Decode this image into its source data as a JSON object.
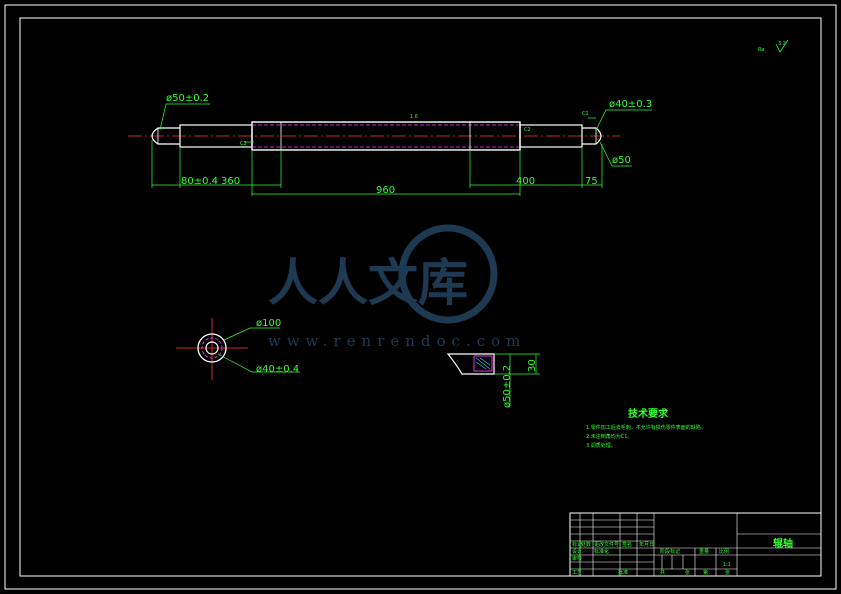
{
  "drawing": {
    "dimensions": {
      "dia_left_end": "ø50±0.2",
      "dia_right_top": "ø40±0.3",
      "dia_right_end": "ø50",
      "len_left_end": "80±0.4",
      "len_left_section": "360",
      "len_center": "960",
      "len_right_section": "400",
      "len_right_end": "75",
      "section_outer_dia": "ø100",
      "section_inner_dia": "ø40±0.4",
      "detail_height": "30",
      "detail_dia": "ø50±0.2"
    },
    "small_labels": {
      "ra_top_right": "3.2",
      "center_mark": "1.6",
      "left_chamfer": "C2",
      "right_chamfer": "C2",
      "right_top_mark": "C1",
      "top_right_symbol": "Ra"
    },
    "tech_requirements": {
      "title": "技术要求",
      "items": [
        "1.零件加工后去毛刺，不允许有损伤零件表面的缺陷。",
        "2.未注倒角均为C1。",
        "3.调质处理。"
      ]
    },
    "title_block": {
      "part_name": "辊轴",
      "labels": [
        "标记",
        "处数",
        "分区",
        "更改文件号",
        "签名",
        "年月日",
        "设计",
        "标准化",
        "阶段标记",
        "重量",
        "比例",
        "审核",
        "工艺",
        "批准",
        "共",
        "张",
        "第",
        "张"
      ],
      "scale": "1:1"
    },
    "watermark": {
      "text": "人人文库",
      "url": "www.renrendoc.com"
    }
  }
}
